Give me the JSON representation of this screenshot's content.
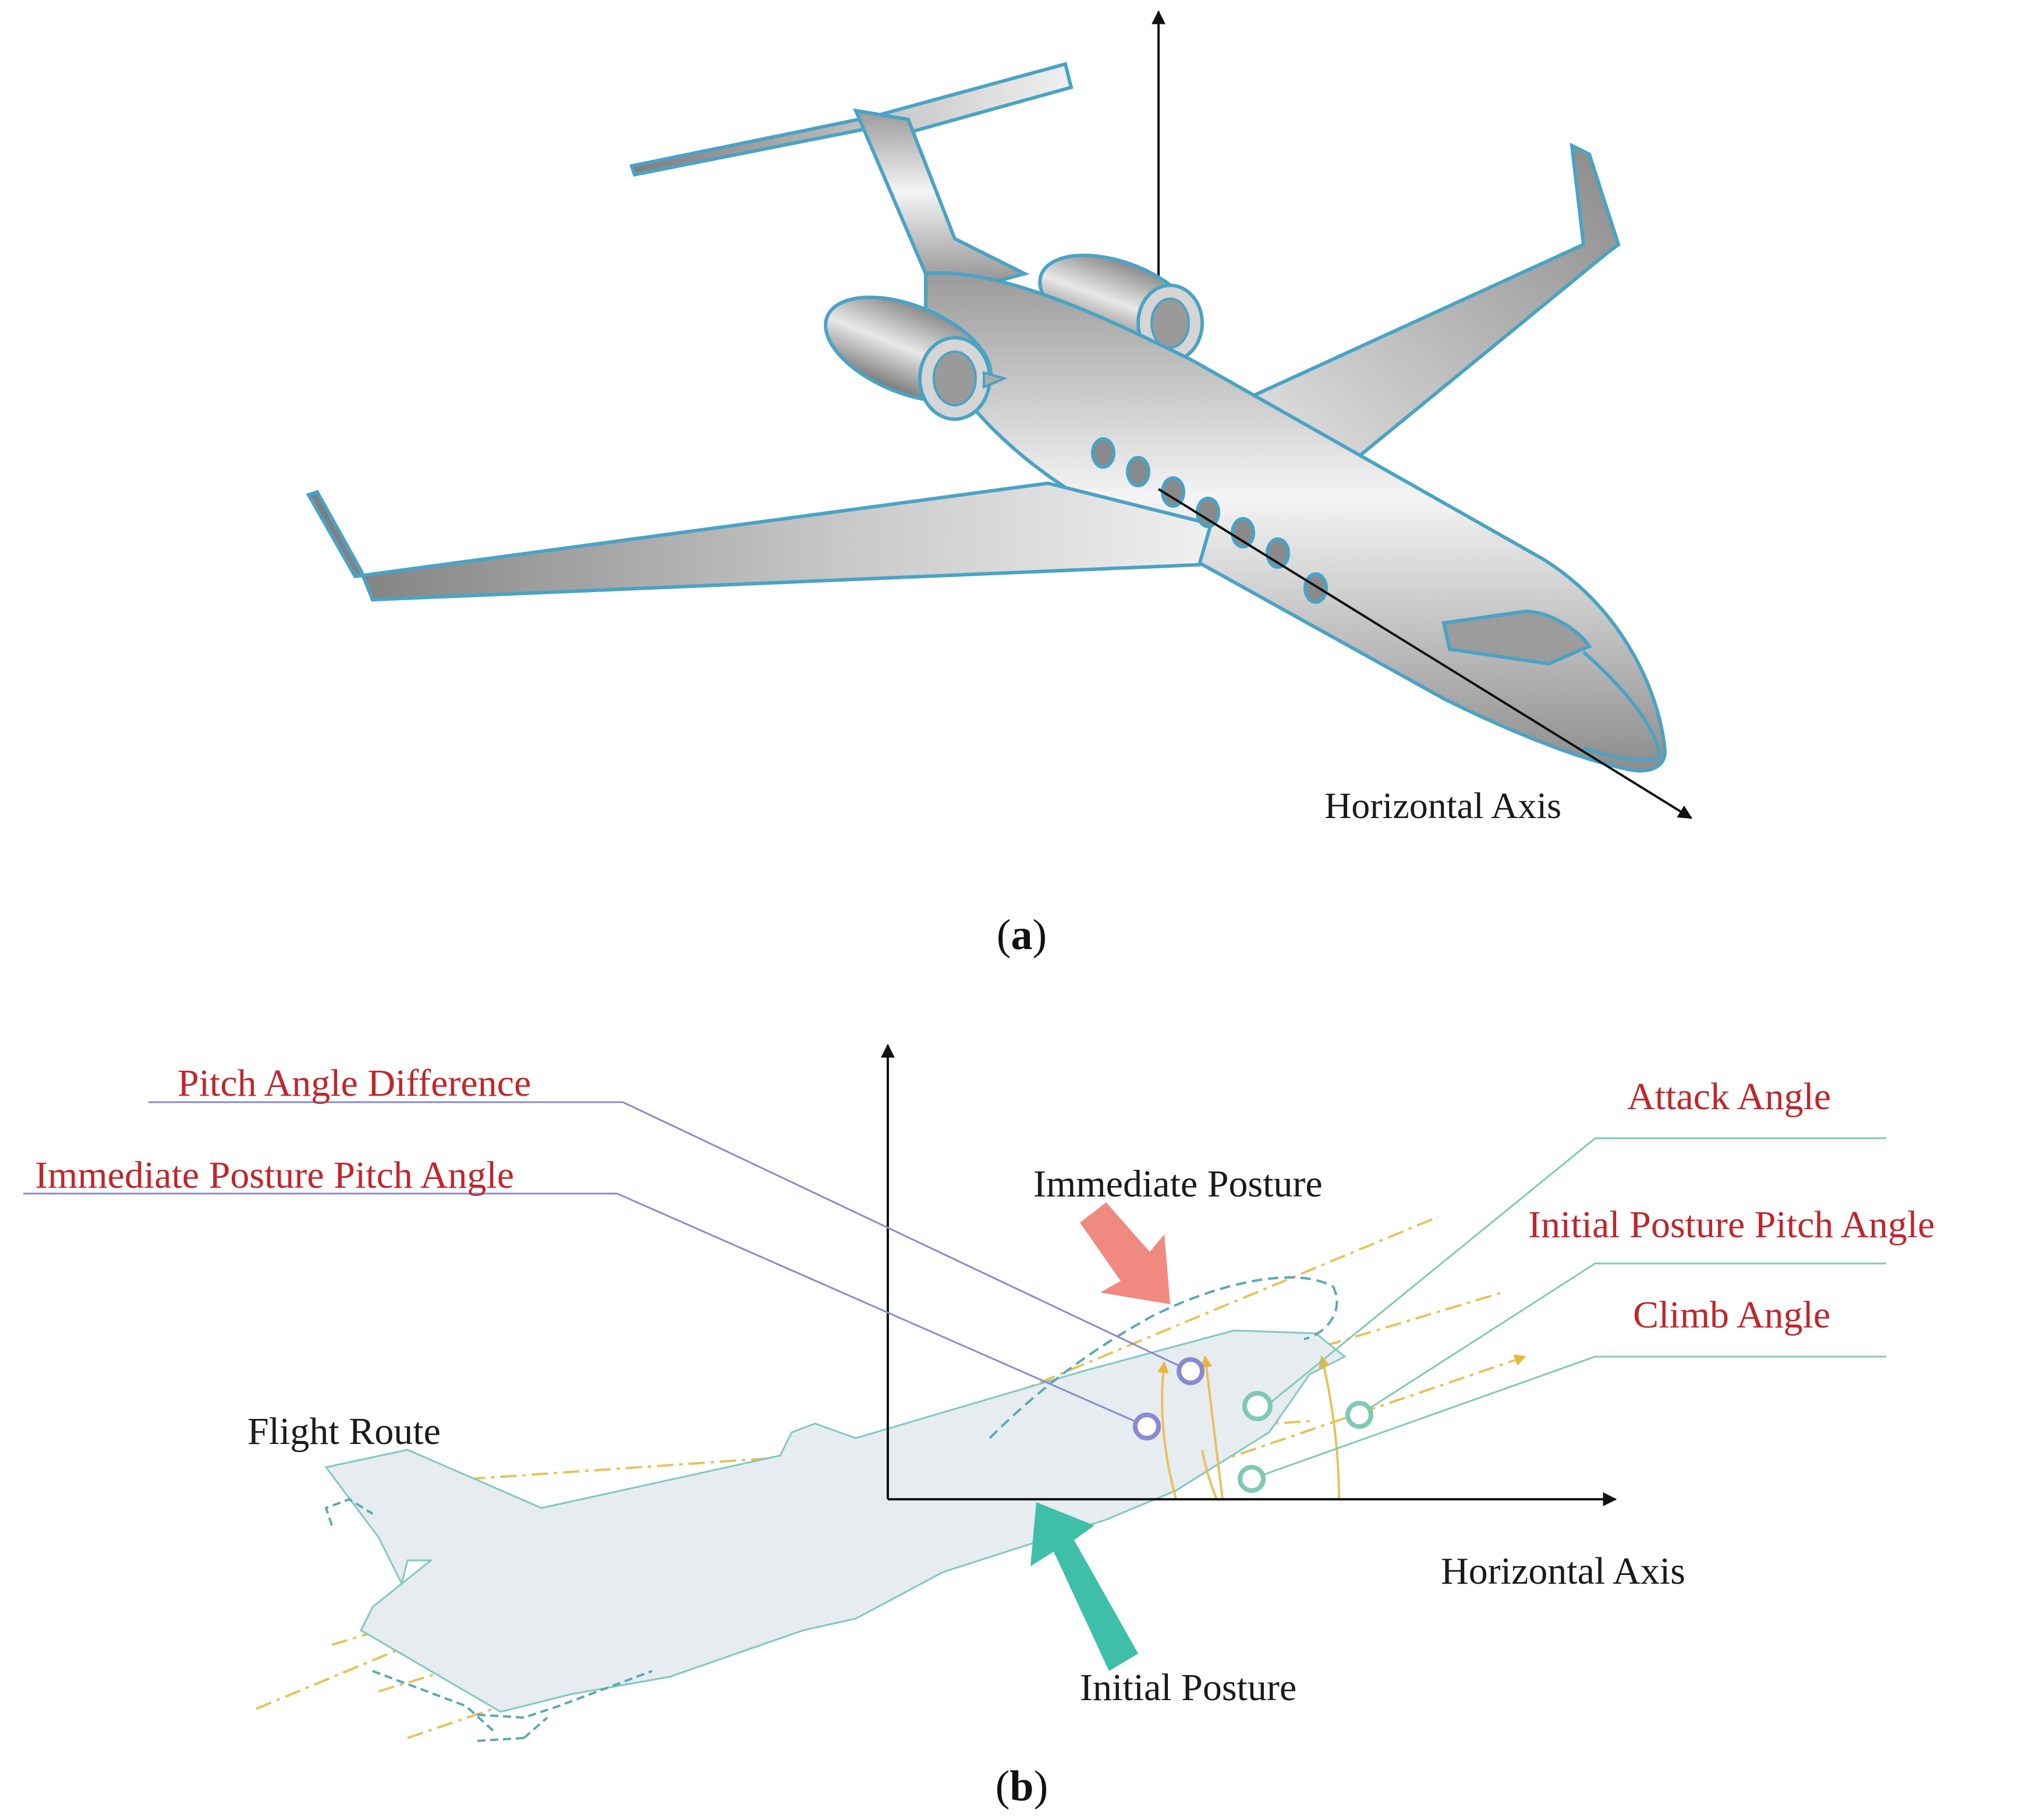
{
  "panel_a": {
    "axis_label": "Horizontal Axis",
    "caption_open": "(",
    "caption_letter": "a",
    "caption_close": ")"
  },
  "panel_b": {
    "labels": {
      "pitch_angle_difference": "Pitch Angle Difference",
      "immediate_posture_pitch_angle": "Immediate Posture Pitch Angle",
      "attack_angle": "Attack Angle",
      "initial_posture_pitch_angle": "Initial Posture Pitch Angle",
      "climb_angle": "Climb Angle",
      "immediate_posture": "Immediate Posture",
      "flight_route": "Flight Route",
      "horizontal_axis": "Horizontal Axis",
      "initial_posture": "Initial Posture"
    },
    "caption_open": "(",
    "caption_letter": "b",
    "caption_close": ")"
  },
  "colors": {
    "red_label": "#c0262b",
    "black_label": "#1a1a1a",
    "wire_outline": "#4aa3c4",
    "route_dash": "#e8c15a",
    "teal_arrow": "#3fbfa8",
    "salmon_arrow": "#f08a80",
    "purple_marker": "#8a8ad0",
    "teal_marker": "#7fc9b5"
  }
}
